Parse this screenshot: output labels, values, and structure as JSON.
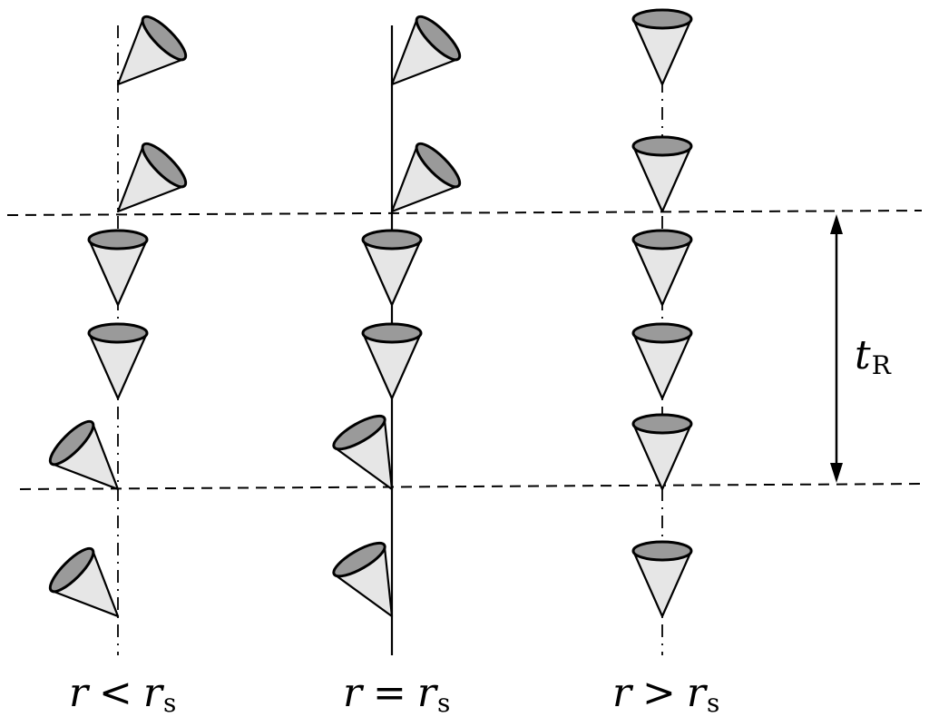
{
  "columns": [
    {
      "name": "r-less-than-rs",
      "label": {
        "var": "r",
        "op": "<",
        "rvar": "r",
        "rsub": "s"
      },
      "worldline_style": "dash-dot",
      "cone_tilts_deg": [
        45,
        45,
        0,
        0,
        -45,
        -45
      ]
    },
    {
      "name": "r-equals-rs",
      "label": {
        "var": "r",
        "op": "=",
        "rvar": "r",
        "rsub": "s"
      },
      "worldline_style": "solid",
      "cone_tilts_deg": [
        45,
        45,
        0,
        0,
        -30,
        -30
      ]
    },
    {
      "name": "r-greater-than-rs",
      "label": {
        "var": "r",
        "op": ">",
        "rvar": "r",
        "rsub": "s"
      },
      "worldline_style": "dash-dot",
      "cone_tilts_deg": [
        0,
        0,
        0,
        0,
        0,
        0
      ]
    }
  ],
  "interval_label": {
    "var": "t",
    "sub": "R"
  },
  "colors": {
    "cone_fill": "#e6e6e6",
    "cone_mouth": "#9a9a9a",
    "stroke": "#000000"
  }
}
